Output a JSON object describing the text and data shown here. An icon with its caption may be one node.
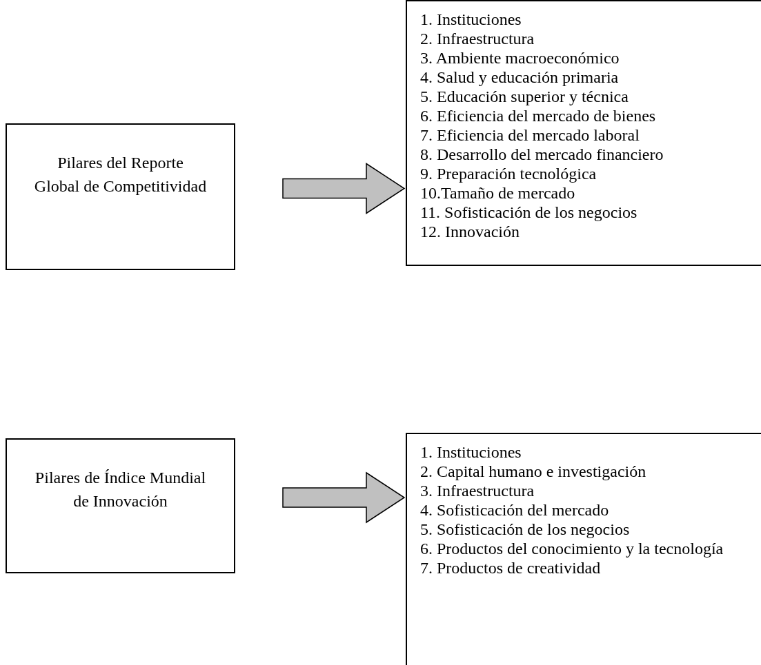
{
  "diagram": {
    "nodes": [
      {
        "text": [
          "Pilares del Reporte Global de Competitividad"
        ]
      },
      {
        "text": [
          "1. Instituciones",
          "2. Infraestructura",
          "3. Ambiente macroeconómico",
          "4. Salud y educación primaria",
          "5. Educación superior y técnica",
          "6. Eficiencia del mercado de bienes",
          "7. Eficiencia del mercado laboral",
          "8. Desarrollo del mercado financiero",
          "9. Preparación tecnológica",
          "10.Tamaño de mercado",
          "11. Sofisticación de los negocios",
          "12. Innovación"
        ]
      },
      {
        "text": [
          "Pilares de Índice Mundial de Innovación"
        ]
      },
      {
        "text": [
          "1. Instituciones",
          "2. Capital humano e investigación",
          "3. Infraestructura",
          "4. Sofisticación del mercado",
          "5. Sofisticación de los negocios",
          "6. Productos del conocimiento y la tecnología",
          "7. Productos de creatividad"
        ]
      }
    ],
    "edges": [
      {
        "from": 0,
        "to": 1,
        "arrow": "to"
      },
      {
        "from": 2,
        "to": 3,
        "arrow": "to"
      }
    ]
  }
}
